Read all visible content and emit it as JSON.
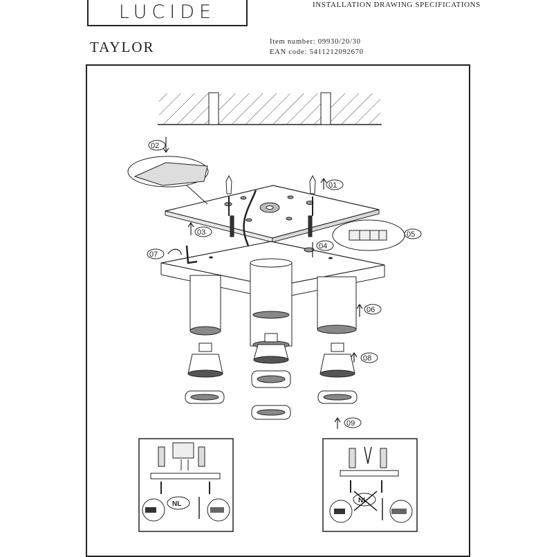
{
  "brand": {
    "logo_text": "LUCIDE"
  },
  "header": {
    "spec_title": "INSTALLATION DRAWING SPECIFICATIONS",
    "product_name": "TAYLOR",
    "item_number": "Item number: 09930/20/30",
    "ean_code": "EAN code: 5411212092670"
  },
  "steps": [
    "01",
    "02",
    "03",
    "04",
    "05",
    "06",
    "07",
    "08",
    "09"
  ],
  "notes": {
    "left_badge": "NL",
    "right_badge": "NL"
  }
}
